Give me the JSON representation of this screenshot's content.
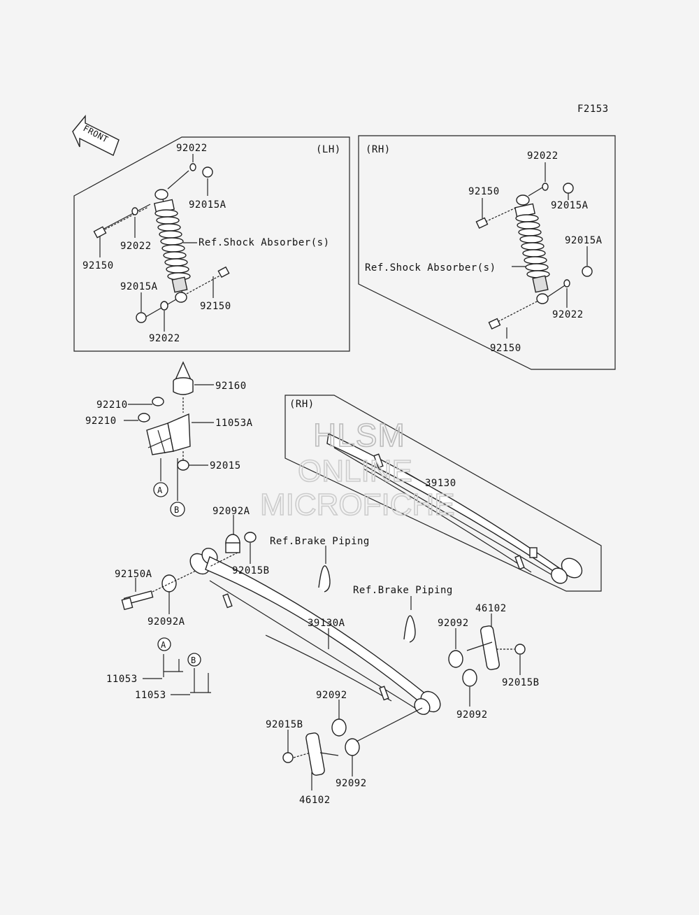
{
  "figure_code": "F2153",
  "front_arrow_label": "FRONT",
  "frames": {
    "lh_label": "(LH)",
    "rh_label": "(RH)",
    "rh_spring_label": "(RH)"
  },
  "refs": {
    "shock_lh": "Ref.Shock Absorber(s)",
    "shock_rh": "Ref.Shock Absorber(s)",
    "brake_piping_1": "Ref.Brake Piping",
    "brake_piping_2": "Ref.Brake Piping"
  },
  "callout_markers": {
    "a": "A",
    "b": "B",
    "a2": "A",
    "b2": "B"
  },
  "watermark": {
    "line1": "HLSM",
    "line2": "ONLINE",
    "line3": "MICROFICHE"
  },
  "part_labels": {
    "lh_92022_top": "92022",
    "lh_92015A_top": "92015A",
    "lh_92022_mid": "92022",
    "lh_92150_left": "92150",
    "lh_92015A_bot": "92015A",
    "lh_92150_bot": "92150",
    "lh_92022_bot": "92022",
    "rh_92022_top": "92022",
    "rh_92150_top": "92150",
    "rh_92015A_top": "92015A",
    "rh_92015A_mid": "92015A",
    "rh_92022_bot": "92022",
    "rh_92150_bot": "92150",
    "p92160": "92160",
    "p92210_a": "92210",
    "p92210_b": "92210",
    "p11053A": "11053A",
    "p92015": "92015",
    "p92092A_top": "92092A",
    "p92015B_top": "92015B",
    "p39130": "39130",
    "p92150A": "92150A",
    "p92092A_bot": "92092A",
    "p39130A": "39130A",
    "p46102_top": "46102",
    "p92092_r1": "92092",
    "p92015B_r": "92015B",
    "p92092_r2": "92092",
    "p11053_a": "11053",
    "p11053_b": "11053",
    "p92092_c": "92092",
    "p92015B_bot": "92015B",
    "p92092_bot": "92092",
    "p46102_bot": "46102"
  }
}
